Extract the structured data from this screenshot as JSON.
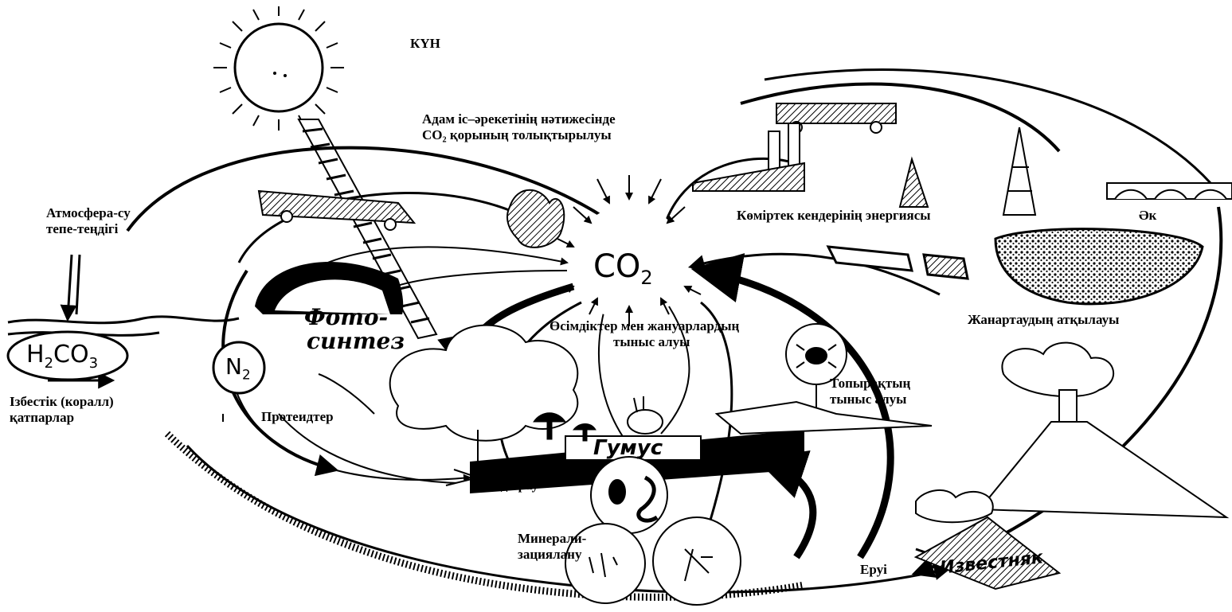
{
  "labels": {
    "sun": "КҮН",
    "human_activity_1": "Адам іс–әрекетінің нәтижесінде",
    "human_activity_2": "CO₂ қорының толықтырылуы",
    "atmosphere_water_1": "Атмосфера-су",
    "atmosphere_water_2": "тепе-теңдігі",
    "coal_energy": "Көміртек кендерінің энергиясы",
    "lime": "Әк",
    "volcano": "Жанартаудың атқылауы",
    "respiration_1": "Өсімдіктер мен жануарлардың",
    "respiration_2": "тыныс алуы",
    "soil_respiration_1": "Топырақтың",
    "soil_respiration_2": "тыныс алуы",
    "limestone_layers_1": "Ізбестік (коралл)",
    "limestone_layers_2": "қатпарлар",
    "proteids": "Протеидтер",
    "decomposition": "Ыдырау",
    "mineralization_1": "Минерали-",
    "mineralization_2": "зациялану",
    "dissolution": "Еруі",
    "photosynthesis_1": "Фото-",
    "photosynthesis_2": "синтез",
    "humus": "Гумус",
    "limestone": "Известняк"
  },
  "chem": {
    "co2_main": "CO",
    "co2_sub": "2",
    "h2co3_a": "H",
    "h2co3_sub1": "2",
    "h2co3_b": "CO",
    "h2co3_sub2": "3",
    "n2_a": "N",
    "n2_sub": "2"
  }
}
